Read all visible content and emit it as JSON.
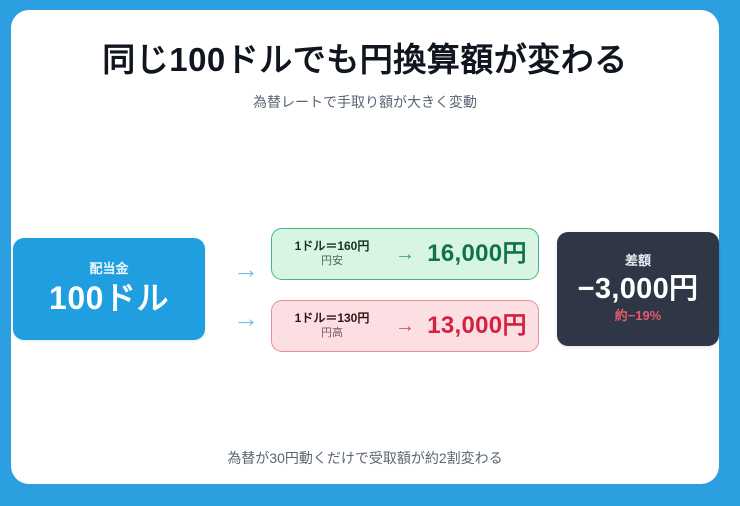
{
  "theme": {
    "frame_color": "#2c9fe0",
    "panel_color": "#ffffff",
    "source_color": "#1f9fdf",
    "positive_color": "#10734a",
    "negative_color": "#d4213f",
    "diff_card_color": "#2f3747",
    "diff_pct_color": "#e4596b",
    "muted_text_color": "#5a6575"
  },
  "header": {
    "title": "同じ100ドルでも円換算額が変わる",
    "subtitle": "為替レートで手取り額が大きく変動"
  },
  "diagram": {
    "source": {
      "label": "配当金",
      "value": "100ドル"
    },
    "connector_icon": "→",
    "scenarios": [
      {
        "rate": "1ドル＝160円",
        "note": "円安",
        "arrow_icon": "→",
        "result": "16,000円"
      },
      {
        "rate": "1ドル＝130円",
        "note": "円高",
        "arrow_icon": "→",
        "result": "13,000円"
      }
    ],
    "difference": {
      "label": "差額",
      "value": "−3,000円",
      "percent": "約−19%"
    }
  },
  "footer": {
    "note": "為替が30円動くだけで受取額が約2割変わる"
  }
}
